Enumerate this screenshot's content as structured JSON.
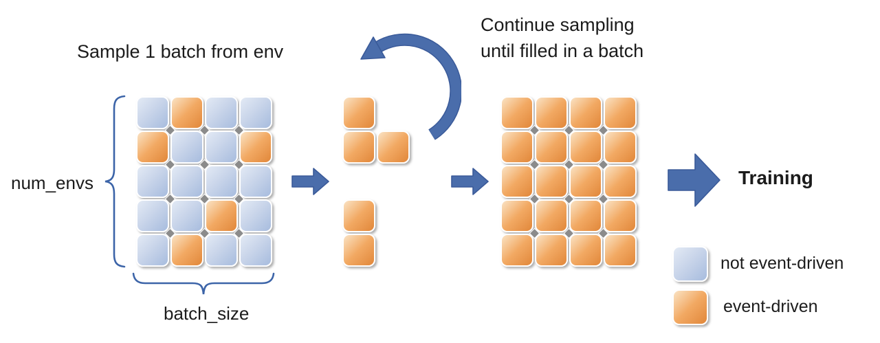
{
  "labels": {
    "title": "Sample 1 batch from env",
    "num_envs": "num_envs",
    "batch_size": "batch_size",
    "training": "Training"
  },
  "continue_note": {
    "line1": "Continue sampling",
    "line2": "until filled in a batch"
  },
  "legend": {
    "items": [
      {
        "key": "not-event-driven",
        "label": "not event-driven"
      },
      {
        "key": "event-driven",
        "label": "event-driven"
      }
    ]
  },
  "grids": {
    "sampled_batch": {
      "rows": 5,
      "cols": 4,
      "pattern": [
        [
          "not",
          "event",
          "not",
          "not"
        ],
        [
          "event",
          "not",
          "not",
          "event"
        ],
        [
          "not",
          "not",
          "not",
          "not"
        ],
        [
          "not",
          "not",
          "event",
          "not"
        ],
        [
          "not",
          "event",
          "not",
          "not"
        ]
      ]
    },
    "filled_batch": {
      "rows": 5,
      "cols": 4,
      "pattern": [
        [
          "event",
          "event",
          "event",
          "event"
        ],
        [
          "event",
          "event",
          "event",
          "event"
        ],
        [
          "event",
          "event",
          "event",
          "event"
        ],
        [
          "event",
          "event",
          "event",
          "event"
        ],
        [
          "event",
          "event",
          "event",
          "event"
        ]
      ]
    },
    "partial_cluster": {
      "type": "event",
      "cells": [
        [
          0,
          0
        ],
        [
          1,
          0
        ],
        [
          1,
          1
        ],
        [
          3,
          0
        ],
        [
          4,
          0
        ]
      ]
    }
  },
  "colors": {
    "arrow_blue": "#4A6DAB",
    "arrow_border": "#3A5A99",
    "brace_blue": "#3C64A8",
    "cell_not_light": "#E3EAF5",
    "cell_not_mid": "#C9D5EA",
    "cell_not_dark": "#A7BCDE",
    "cell_event_light": "#FAE3C5",
    "cell_event_mid": "#F2A963",
    "cell_event_dark": "#E1873A",
    "diamond_gray": "#8B8B8B",
    "text_black": "#1B1B1B"
  }
}
